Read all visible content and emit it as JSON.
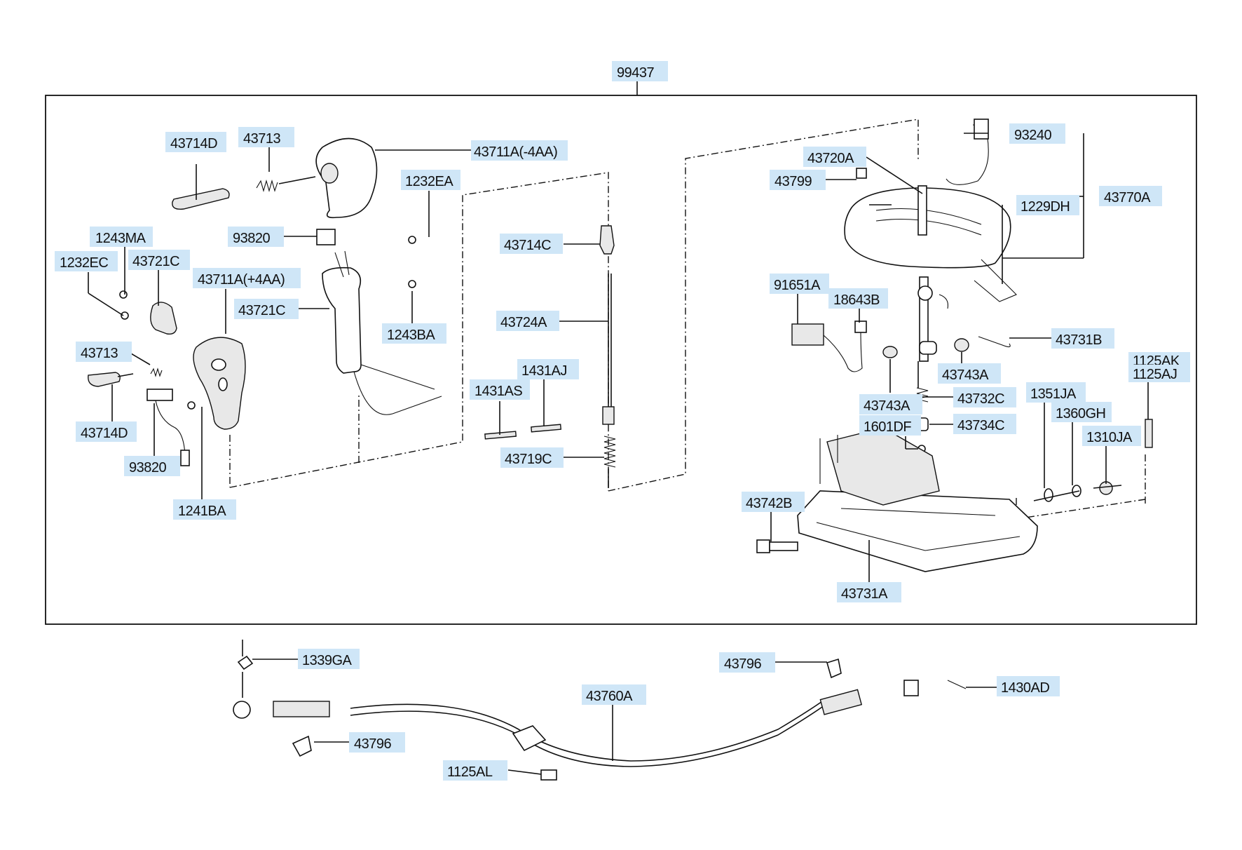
{
  "diagram": {
    "frame_label": "99437",
    "labels": {
      "p43714D_top": "43714D",
      "p43713_top": "43713",
      "p43711A_minus": "43711A(-4AA)",
      "p1232EA": "1232EA",
      "p93820_top": "93820",
      "p1243MA": "1243MA",
      "p1232EC": "1232EC",
      "p43721C_left": "43721C",
      "p43711A_plus": "43711A(+4AA)",
      "p43721C_mid": "43721C",
      "p1243BA": "1243BA",
      "p43713_left": "43713",
      "p43714D_left": "43714D",
      "p93820_bottom": "93820",
      "p1241BA": "1241BA",
      "p43714C": "43714C",
      "p43724A": "43724A",
      "p1431AJ": "1431AJ",
      "p1431AS": "1431AS",
      "p43719C": "43719C",
      "p43720A": "43720A",
      "p93240": "93240",
      "p43799": "43799",
      "p1229DH": "1229DH",
      "p43770A": "43770A",
      "p91651A": "91651A",
      "p18643B": "18643B",
      "p43731B": "43731B",
      "p1125AK": "1125AK",
      "p1125AJ": "1125AJ",
      "p43743A_right": "43743A",
      "p43743A_left": "43743A",
      "p43732C": "43732C",
      "p1351JA": "1351JA",
      "p1601DF": "1601DF",
      "p43734C": "43734C",
      "p1360GH": "1360GH",
      "p1310JA": "1310JA",
      "p43742B": "43742B",
      "p43731A": "43731A",
      "p1339GA": "1339GA",
      "p43796_right": "43796",
      "p43760A": "43760A",
      "p1430AD": "1430AD",
      "p43796_left": "43796",
      "p1125AL": "1125AL"
    }
  }
}
